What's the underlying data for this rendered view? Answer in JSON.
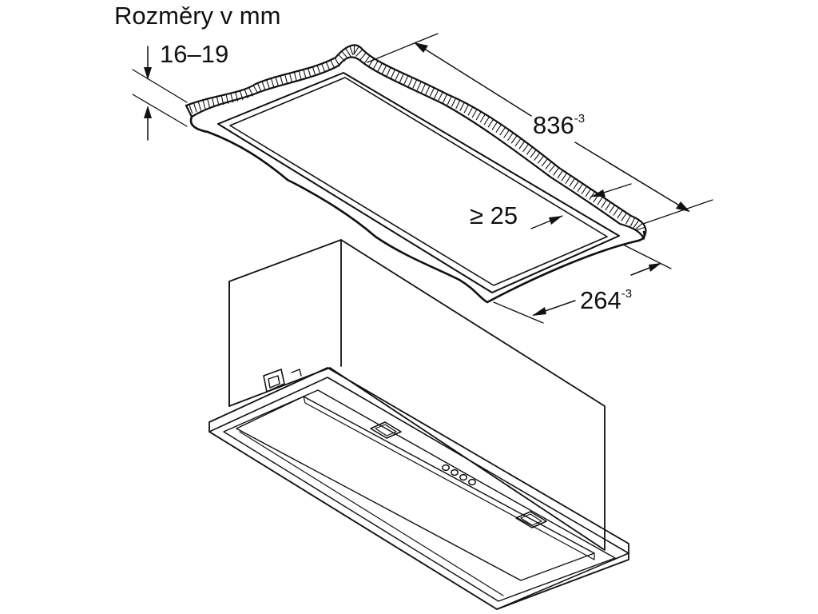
{
  "title": "Rozměry v mm",
  "dimensions": {
    "thickness": "16–19",
    "length": {
      "value": "836",
      "tolerance": "-3"
    },
    "width": {
      "value": "264",
      "tolerance": "-3"
    },
    "min_distance": "≥ 25"
  },
  "control_buttons": 4
}
